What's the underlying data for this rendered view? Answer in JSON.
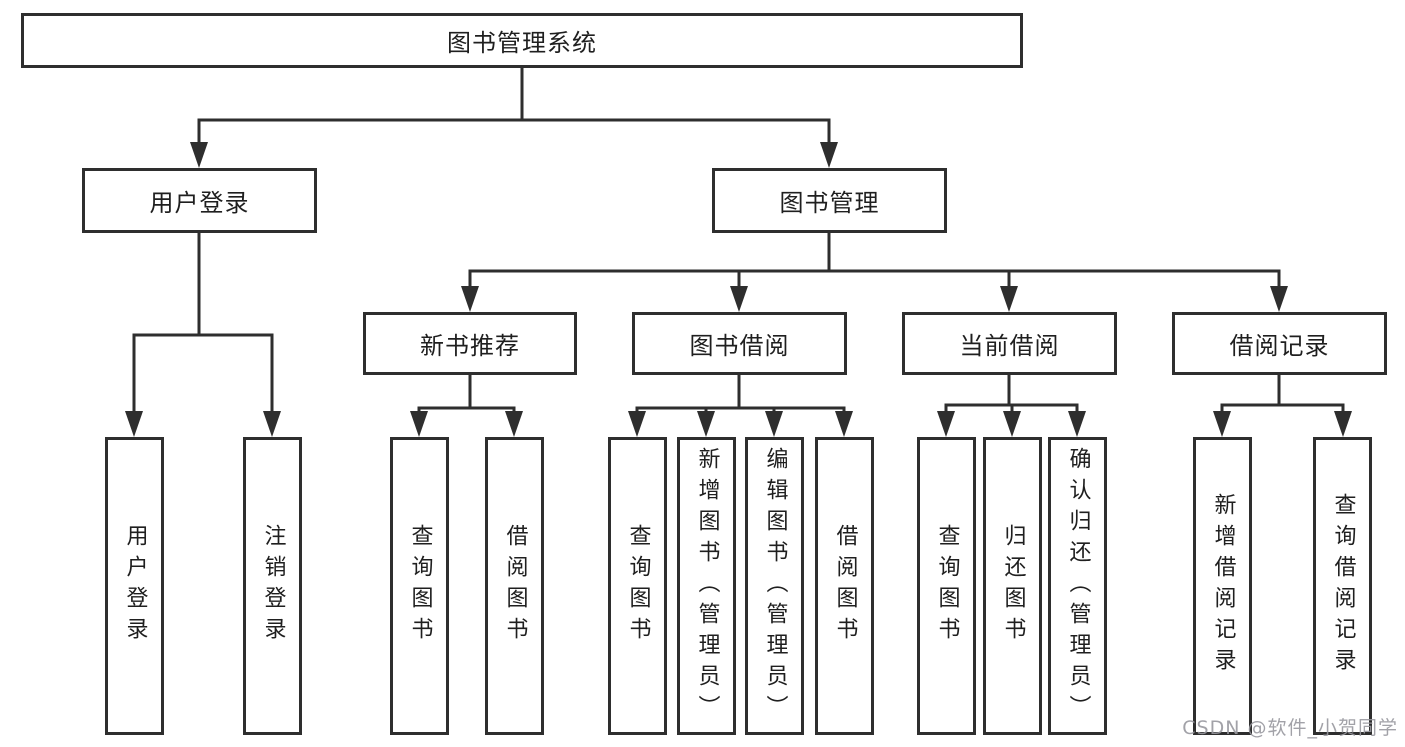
{
  "diagram": {
    "title": "图书管理系统",
    "watermark": "CSDN @软件_小贺同学",
    "colors": {
      "line": "#2e2e2e",
      "box_border": "#2e2e2e",
      "box_fill": "#ffffff",
      "text": "#1f1f1f",
      "watermark": "#98989e",
      "background": "#ffffff"
    },
    "nodes": {
      "root": "图书管理系统",
      "user_login": "用户登录",
      "book_mgmt": "图书管理",
      "new_book_rec": "新书推荐",
      "book_borrow": "图书借阅",
      "current_borrow": "当前借阅",
      "borrow_record": "借阅记录",
      "leaf_user_login": "用户登录",
      "leaf_logout": "注销登录",
      "leaf_query_book_1": "查询图书",
      "leaf_borrow_book_1": "借阅图书",
      "leaf_query_book_2": "查询图书",
      "leaf_add_book": "新增图书（管理员）",
      "leaf_edit_book": "编辑图书（管理员）",
      "leaf_borrow_book_2": "借阅图书",
      "leaf_query_book_3": "查询图书",
      "leaf_return_book": "归还图书",
      "leaf_confirm_return": "确认归还（管理员）",
      "leaf_add_record": "新增借阅记录",
      "leaf_query_record": "查询借阅记录"
    },
    "hierarchy": {
      "图书管理系统": {
        "用户登录": [
          "用户登录",
          "注销登录"
        ],
        "图书管理": {
          "新书推荐": [
            "查询图书",
            "借阅图书"
          ],
          "图书借阅": [
            "查询图书",
            "新增图书（管理员）",
            "编辑图书（管理员）",
            "借阅图书"
          ],
          "当前借阅": [
            "查询图书",
            "归还图书",
            "确认归还（管理员）"
          ],
          "借阅记录": [
            "新增借阅记录",
            "查询借阅记录"
          ]
        }
      }
    }
  }
}
